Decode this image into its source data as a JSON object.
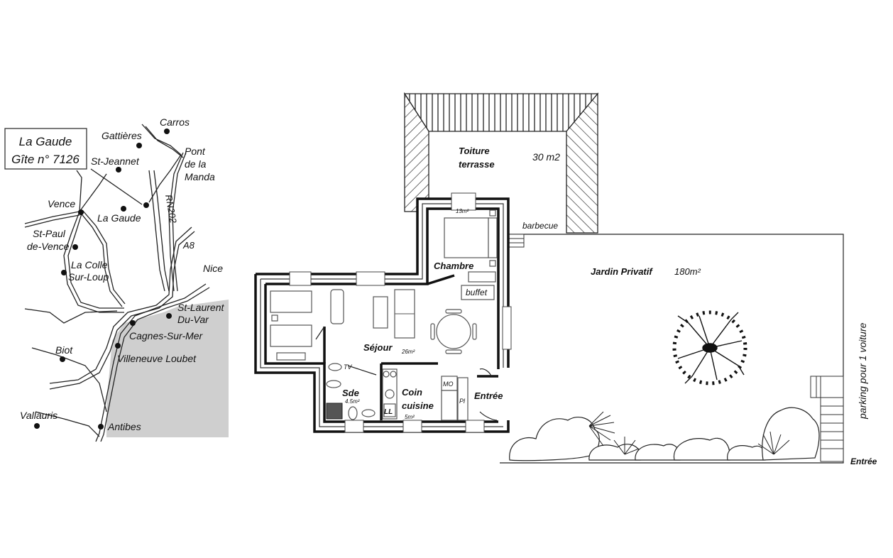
{
  "map": {
    "title_line1": "La Gaude",
    "title_line2": "Gîte n° 7126",
    "towns": [
      {
        "name": "Carros"
      },
      {
        "name": "Gattières"
      },
      {
        "name": "St-Jeannet"
      },
      {
        "name": "Pont"
      },
      {
        "name": "de la"
      },
      {
        "name": "Manda"
      },
      {
        "name": "Vence"
      },
      {
        "name": "La Gaude"
      },
      {
        "name": "St-Paul"
      },
      {
        "name": "de-Vence"
      },
      {
        "name": "La Colle"
      },
      {
        "name": "Sur-Loup"
      },
      {
        "name": "Nice"
      },
      {
        "name": "St-Laurent"
      },
      {
        "name": "Du-Var"
      },
      {
        "name": "Cagnes-Sur-Mer"
      },
      {
        "name": "Biot"
      },
      {
        "name": "Villeneuve Loubet"
      },
      {
        "name": "Vallauris"
      },
      {
        "name": "Antibes"
      }
    ],
    "roads": [
      {
        "name": "RN202"
      },
      {
        "name": "A8"
      }
    ],
    "sea_color": "#cfcfcf"
  },
  "plan": {
    "terrace": {
      "name_line1": "Toiture",
      "name_line2": "terrasse",
      "area": "30 m2"
    },
    "barbecue": "barbecue",
    "chambre": {
      "name": "Chambre",
      "area": "13m²"
    },
    "buffet": "buffet",
    "sejour": {
      "name": "Séjour",
      "area": "26m²"
    },
    "tv": "TV",
    "sde": {
      "name": "Sde",
      "area": "4.5m²"
    },
    "cuisine": {
      "name_line1": "Coin",
      "name_line2": "cuisine",
      "area": "5m²"
    },
    "ll": "LL",
    "mo": "MO",
    "pl": "Pl",
    "entree_house": "Entrée",
    "jardin": {
      "name": "Jardin Privatif",
      "area": "180m²"
    },
    "parking": "parking pour 1 voiture",
    "entree_garden": "Entrée"
  }
}
